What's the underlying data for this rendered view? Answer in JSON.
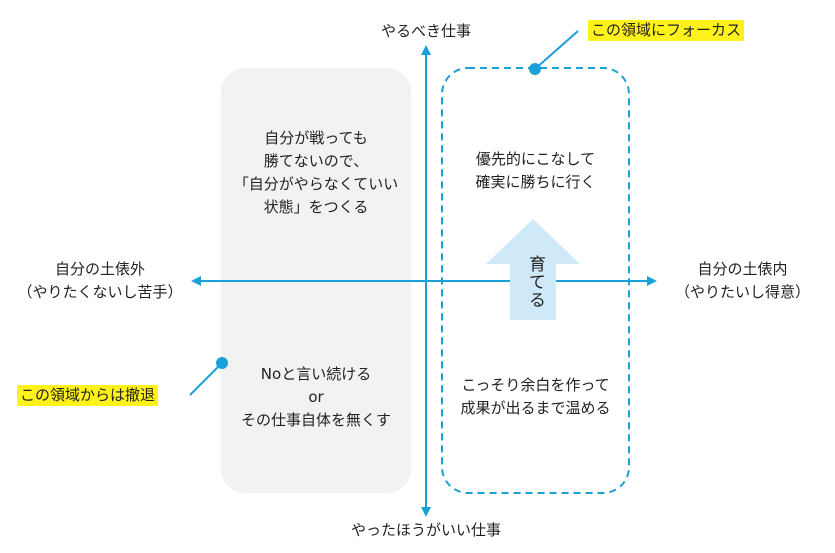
{
  "axes": {
    "top": "やるべき仕事",
    "bottom": "やったほうがいい仕事",
    "left": "自分の土俵外\n（やりたくないし苦手）",
    "right": "自分の土俵内\n（やりたいし得意）"
  },
  "quadrants": {
    "top_left": "自分が戦っても\n勝てないので、\n「自分がやらなくていい\n状態」をつくる",
    "top_right": "優先的にこなして\n確実に勝ちに行く",
    "bottom_left": "Noと言い続ける\nor\nその仕事自体を無くす",
    "bottom_right": "こっそり余白を作って\n成果が出るまで温める"
  },
  "arrow_label": "育てる",
  "callouts": {
    "focus": "この領域にフォーカス",
    "withdraw": "この領域からは撤退"
  },
  "colors": {
    "axis": "#1aa0d8",
    "focus_border": "#1aa0d8",
    "withdraw_fill": "#f2f2f2",
    "arrow_fill": "#cfe9f8",
    "highlight": "#fff21a"
  }
}
